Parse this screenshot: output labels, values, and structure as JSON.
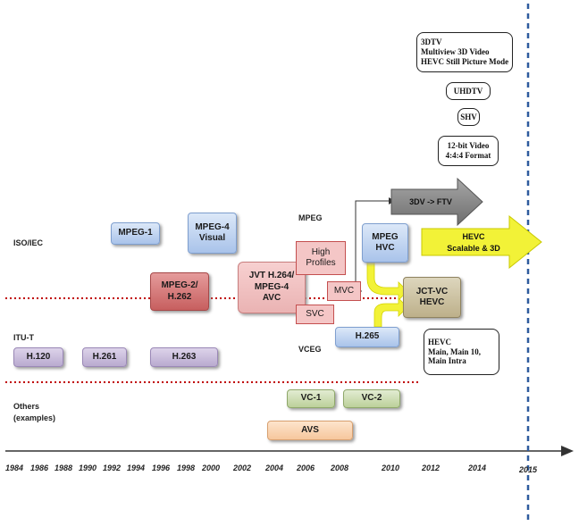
{
  "rows": {
    "iso": "ISO/IEC",
    "itu": "ITU-T",
    "others": "Others\n(examples)"
  },
  "groups": {
    "mpeg": "MPEG",
    "vceg": "VCEG"
  },
  "boxes": {
    "mpeg1": "MPEG-1",
    "mpeg4_visual": "MPEG-4\nVisual",
    "mpeg2": "MPEG-2/\nH.262",
    "h264": "JVT H.264/\nMPEG-4\nAVC",
    "high_profiles": "High\nProfiles",
    "mvc": "MVC",
    "svc": "SVC",
    "mpeg_hvc": "MPEG\nHVC",
    "jct_vc": "JCT-VC\nHEVC",
    "h265": "H.265",
    "h120": "H.120",
    "h261": "H.261",
    "h263": "H.263",
    "vc1": "VC-1",
    "vc2": "VC-2",
    "avs": "AVS"
  },
  "arrows": {
    "threedv_ftv": "3DV -> FTV",
    "hevc_ext": "HEVC\nScalable & 3D"
  },
  "notes": {
    "threedtv": "3DTV\nMultiview 3D Video\nHEVC Still Picture Mode",
    "uhdtv": "UHDTV",
    "shv": "SHV",
    "bit12": "12-bit Video\n4:4:4 Format",
    "hevc_profiles": "HEVC\nMain, Main 10,\nMain Intra"
  },
  "timeline": {
    "years": [
      "1984",
      "1986",
      "1988",
      "1990",
      "1992",
      "1994",
      "1996",
      "1998",
      "2000",
      "2002",
      "2004",
      "2006",
      "2008",
      "2010",
      "2012",
      "2014",
      "2015"
    ]
  },
  "colors": {
    "dotted_line": "#c00000",
    "dashed_line": "#2e5b9e",
    "ftv_arrow": "#7f7f7f",
    "hevc_arrow": "#f2f237",
    "merge_arrow": "#f2f237"
  }
}
